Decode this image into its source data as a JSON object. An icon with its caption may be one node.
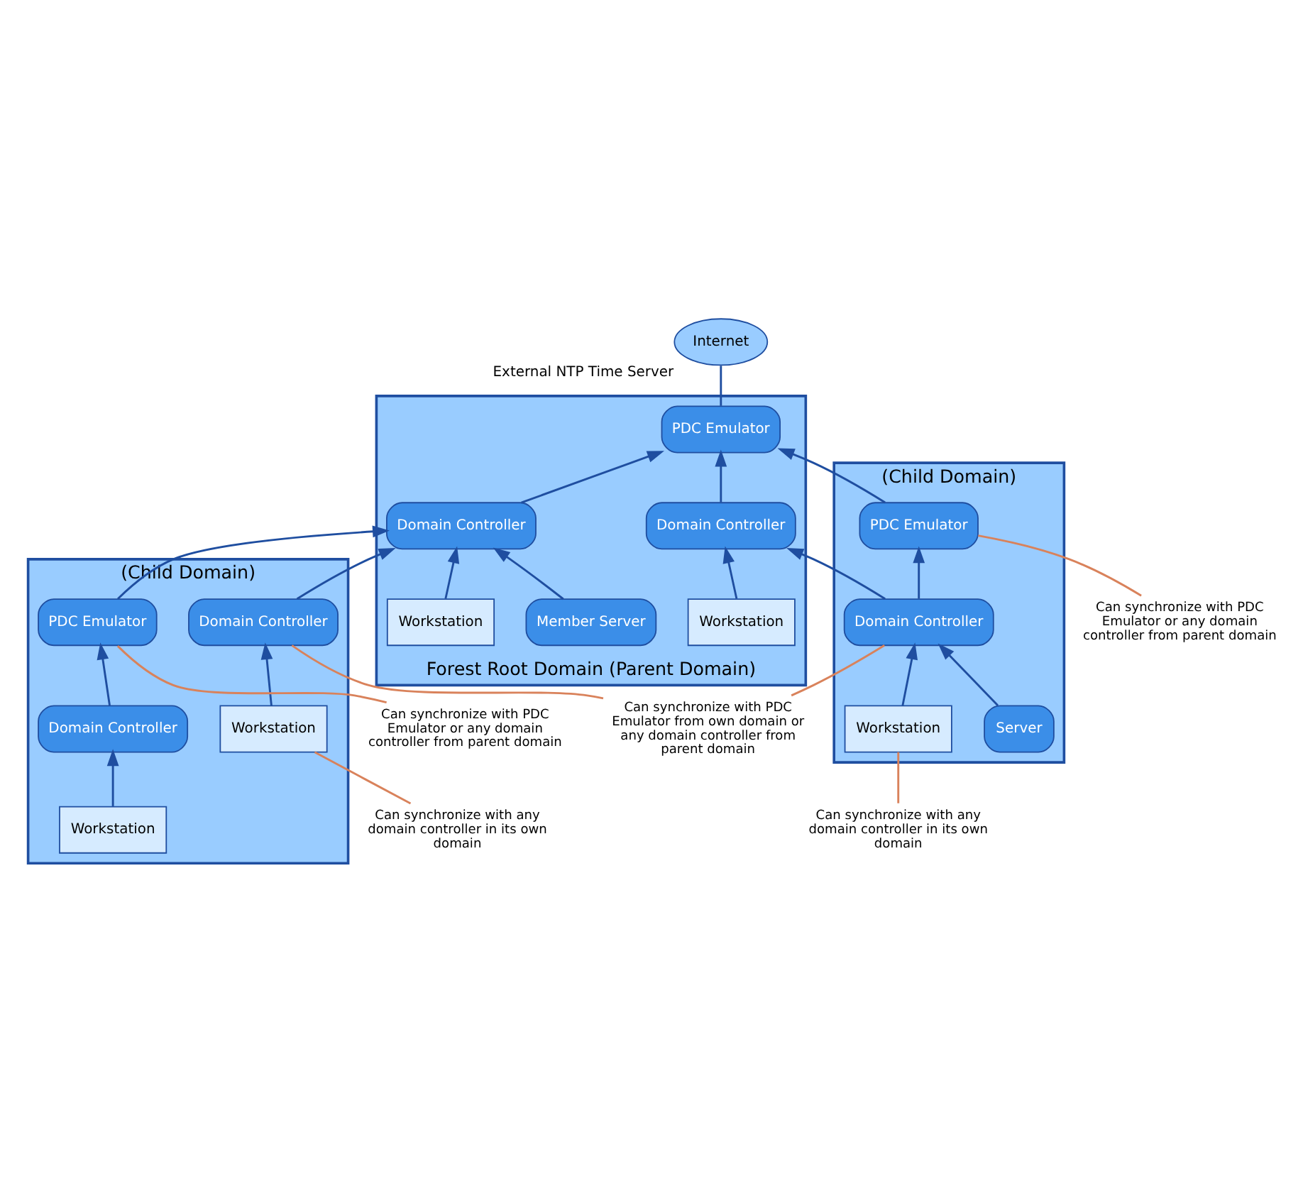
{
  "diagram": {
    "nodes": [
      {
        "text": [
          "Forest Root Domain (Parent Domain)"
        ]
      },
      {
        "text": [
          "PDC Emulator"
        ],
        "in": 0
      },
      {
        "text": [
          "Domain Controller"
        ],
        "in": 0
      },
      {
        "text": [
          "Domain Controller"
        ],
        "in": 0
      },
      {
        "text": [
          "Workstation"
        ],
        "in": 0
      },
      {
        "text": [
          "Member Server"
        ],
        "in": 0
      },
      {
        "text": [
          "Workstation"
        ],
        "in": 0
      },
      {
        "text": [
          "Internet"
        ],
        "beside": [
          "External NTP Time Server"
        ]
      },
      {
        "text": [
          "(Child Domain)"
        ]
      },
      {
        "text": [
          "PDC Emulator"
        ],
        "in": 8
      },
      {
        "text": [
          "Domain Controller"
        ],
        "in": 8
      },
      {
        "text": [
          "Server"
        ],
        "in": 8
      },
      {
        "text": [
          "Workstation"
        ],
        "in": 8
      },
      {
        "text": [
          "(Child Domain)"
        ]
      },
      {
        "text": [
          "PDC Emulator"
        ],
        "in": 13
      },
      {
        "text": [
          "Domain Controller"
        ],
        "in": 13
      },
      {
        "text": [
          "Domain Controller"
        ],
        "in": 13
      },
      {
        "text": [
          "Workstation"
        ],
        "in": 13
      },
      {
        "text": [
          "Workstation"
        ],
        "in": 13
      },
      {
        "text": [
          "Can synchronize with PDC Emulator or any domain controller from parent domain"
        ]
      },
      {
        "text": [
          "Can synchronize with PDC Emulator or any domain controller from parent domain"
        ]
      },
      {
        "text": [
          "Can synchronize with any domain controller in its own domain"
        ]
      },
      {
        "text": [
          "Can synchronize with PDC Emulator from own domain or any domain controller from parent domain"
        ]
      },
      {
        "text": [
          "Can synchronize with any domain controller in its own domain"
        ]
      }
    ],
    "edges": [
      {
        "from": 1,
        "to": 7,
        "arrow": "none"
      },
      {
        "from": 2,
        "to": 1,
        "arrow": "to"
      },
      {
        "from": 3,
        "to": 1,
        "arrow": "to"
      },
      {
        "from": 4,
        "to": 2,
        "arrow": "to"
      },
      {
        "from": 5,
        "to": 3,
        "arrow": "to"
      },
      {
        "from": 6,
        "to": 3,
        "arrow": "to"
      },
      {
        "from": 9,
        "to": 1,
        "arrow": "to"
      },
      {
        "from": 10,
        "to": 2,
        "arrow": "to"
      },
      {
        "from": 10,
        "to": 9,
        "arrow": "to"
      },
      {
        "from": 11,
        "to": 10,
        "arrow": "to"
      },
      {
        "from": 12,
        "to": 10,
        "arrow": "to"
      },
      {
        "from": 14,
        "to": 3,
        "arrow": "to"
      },
      {
        "from": 15,
        "to": 3,
        "arrow": "to"
      },
      {
        "from": 16,
        "to": 14,
        "arrow": "to"
      },
      {
        "from": 17,
        "to": 15,
        "arrow": "to"
      },
      {
        "from": 18,
        "to": 16,
        "arrow": "to"
      },
      {
        "from": 19,
        "to": 9,
        "arrow": "none",
        "color": "#d9825b"
      },
      {
        "from": 20,
        "to": 14,
        "arrow": "none",
        "color": "#d9825b"
      },
      {
        "from": 21,
        "to": 12,
        "arrow": "none",
        "color": "#d9825b"
      },
      {
        "from": 22,
        "to": 10,
        "arrow": "none",
        "color": "#d9825b"
      },
      {
        "from": 22,
        "to": 15,
        "arrow": "none",
        "color": "#d9825b"
      },
      {
        "from": 23,
        "to": 17,
        "arrow": "none",
        "color": "#d9825b"
      }
    ]
  }
}
